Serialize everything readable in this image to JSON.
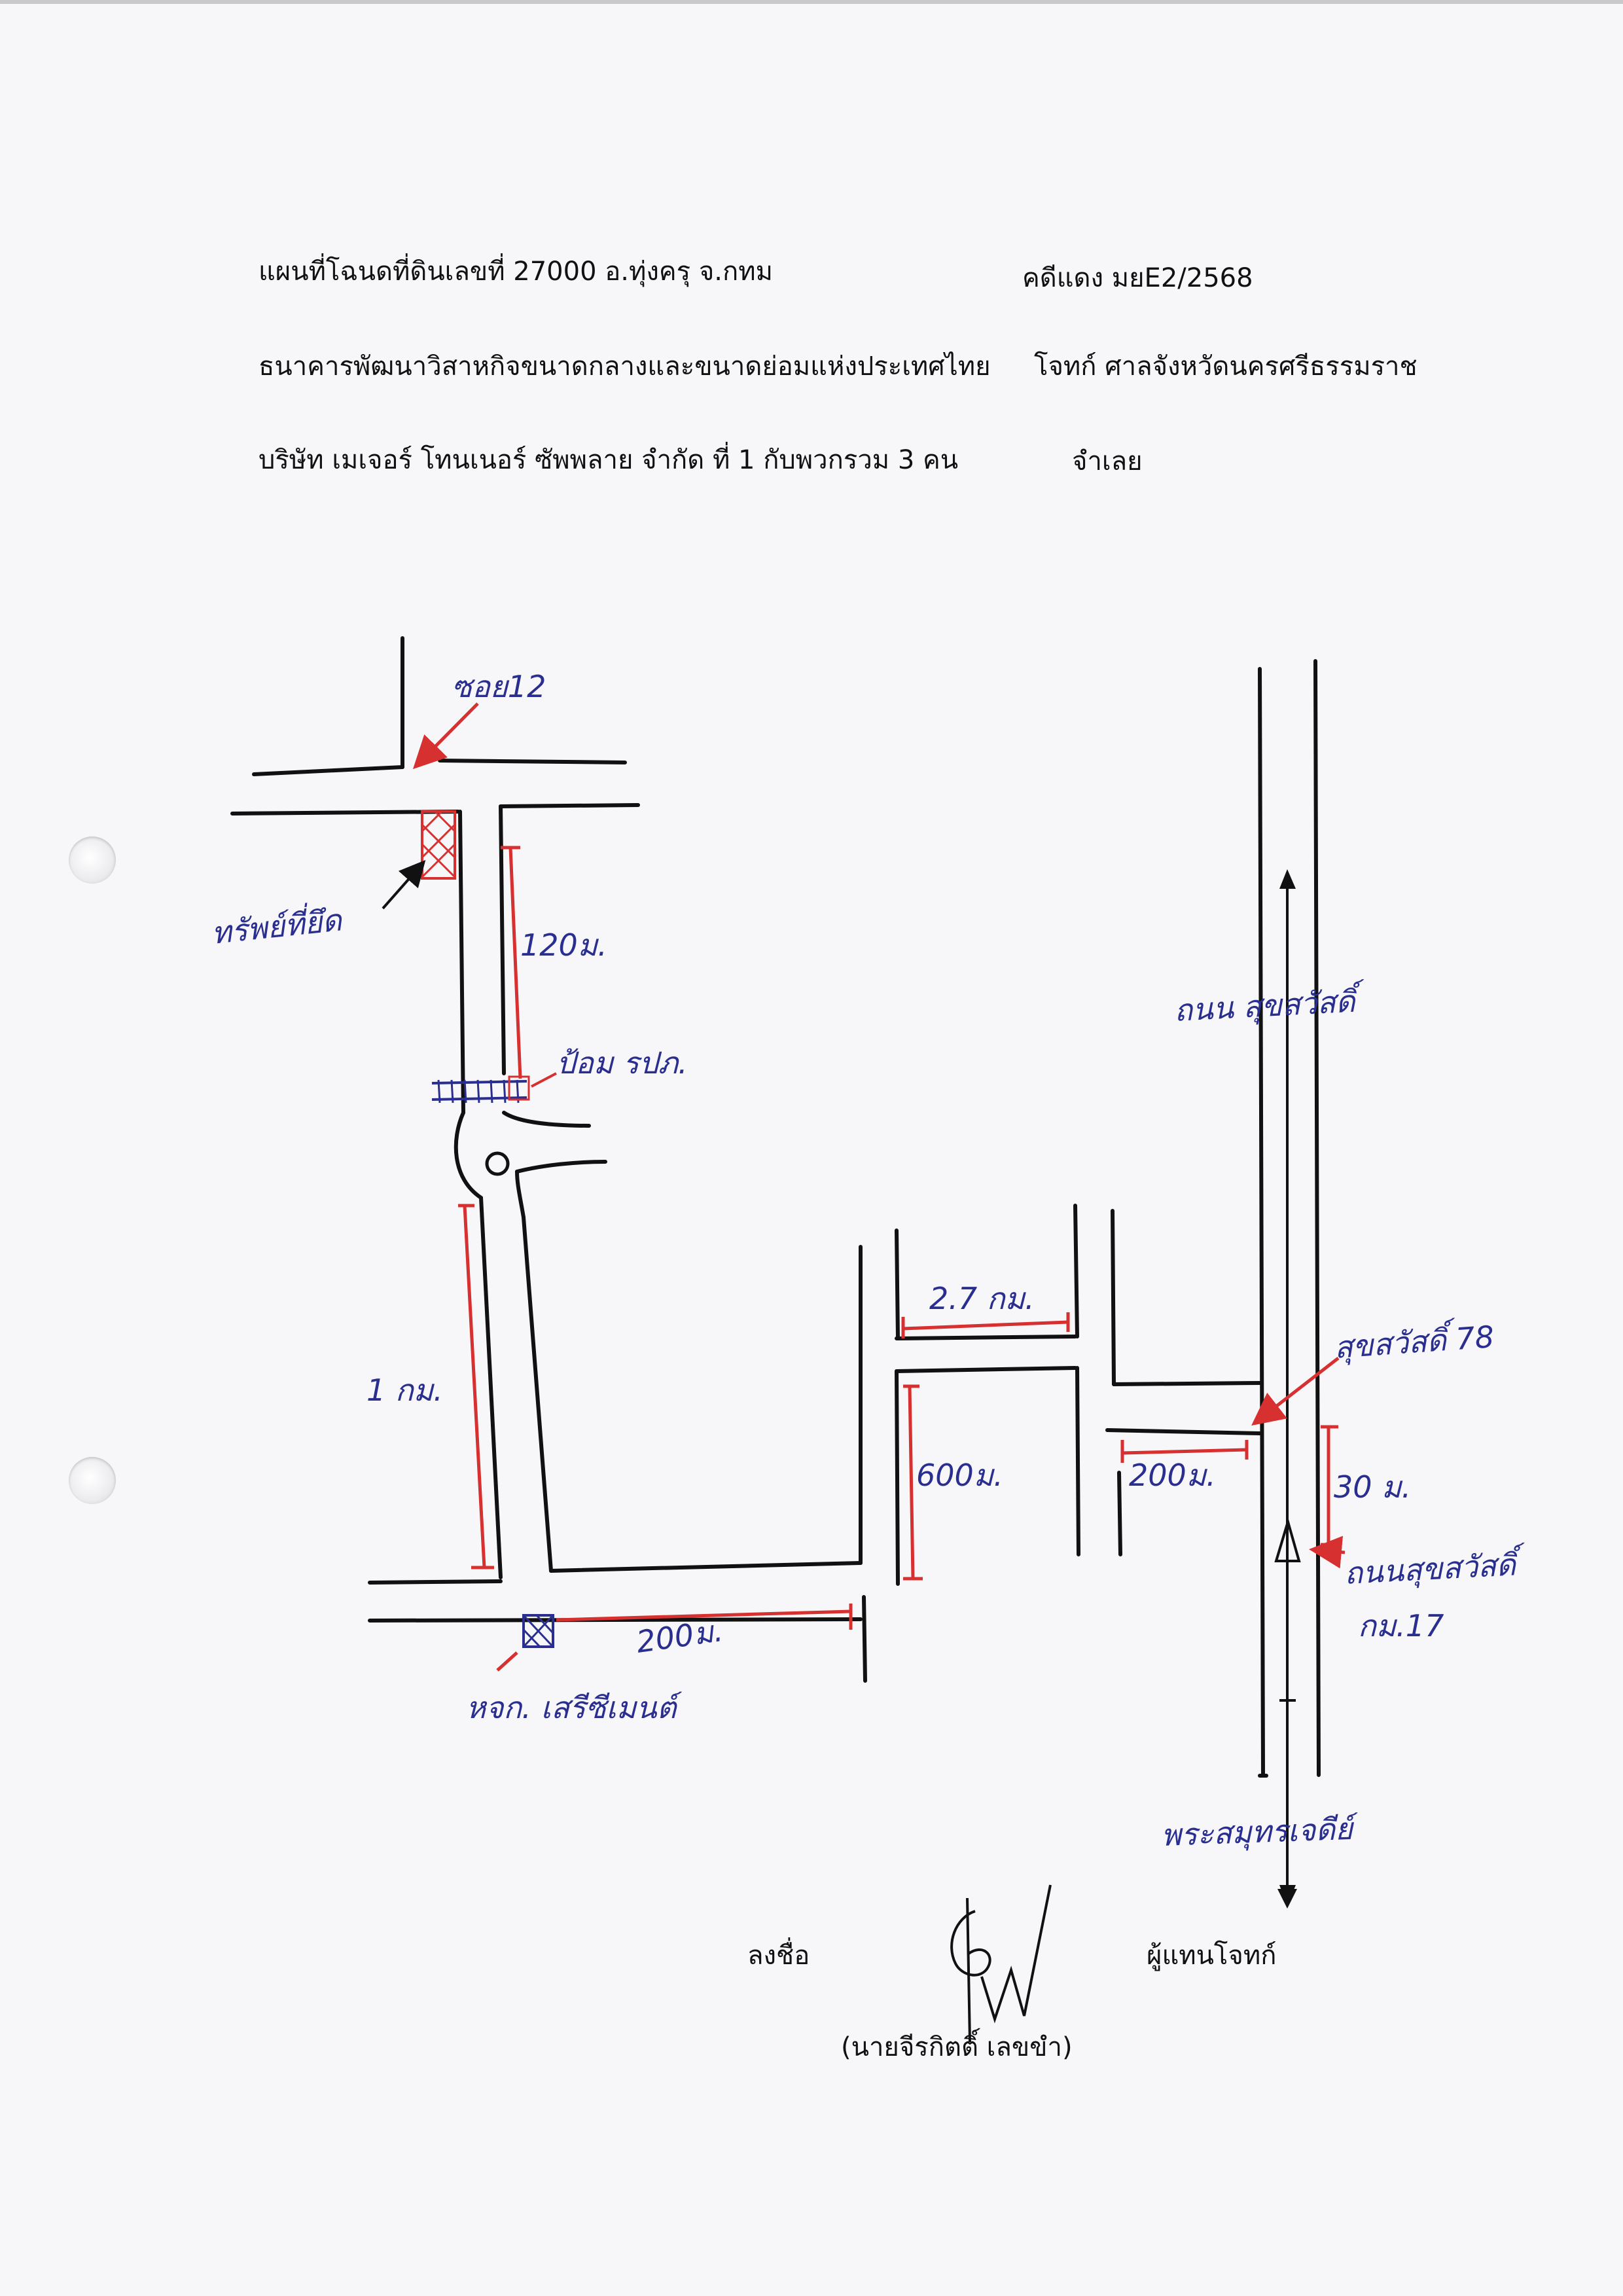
{
  "header": {
    "line1_left": "แผนที่โฉนดที่ดินเลขที่ 27000 อ.ทุ่งครุ  จ.กทม",
    "line1_right": "คดีแดง มยE2/2568",
    "line2_left": "ธนาคารพัฒนาวิสาหกิจขนาดกลางและขนาดย่อมแห่งประเทศไทย",
    "line2_right": "โจทก์ ศาลจังหวัดนครศรีธรรมราช",
    "line3_left": "บริษัท เมเจอร์ โทนเนอร์ ซัพพลาย จำกัด ที่ 1 กับพวกรวม 3 คน",
    "line3_right": "จำเลย"
  },
  "map": {
    "labels": {
      "soi": "ซอย12",
      "property": "ทรัพย์ที่ยึด",
      "dist_120": "120ม.",
      "pump": "ป้อม รปภ.",
      "dist_1km": "1 กม.",
      "dist_200_bottom": "200ม.",
      "shop": "หจก. เสรีซีเมนต์",
      "dist_27km": "2.7 กม.",
      "dist_600": "600ม.",
      "road_sukhumvit": "ถนน สุขสวัสดิ์",
      "soi_78": "สุขสวัสดิ์ 78",
      "dist_200_right": "200ม.",
      "dist_30": "30 ม.",
      "road_km17": "ถนนสุขสวัสดิ์",
      "km17": "กม.17",
      "phra_samut": "พระสมุทรเจดีย์"
    },
    "colors": {
      "road": "#111111",
      "dimension": "#d63030",
      "handwriting": "#2a2f8f"
    }
  },
  "signature": {
    "sign_label": "ลงชื่อ",
    "role": "ผู้แทนโจทก์",
    "name": "(นายจีรกิตติ์  เลขขำ)"
  }
}
